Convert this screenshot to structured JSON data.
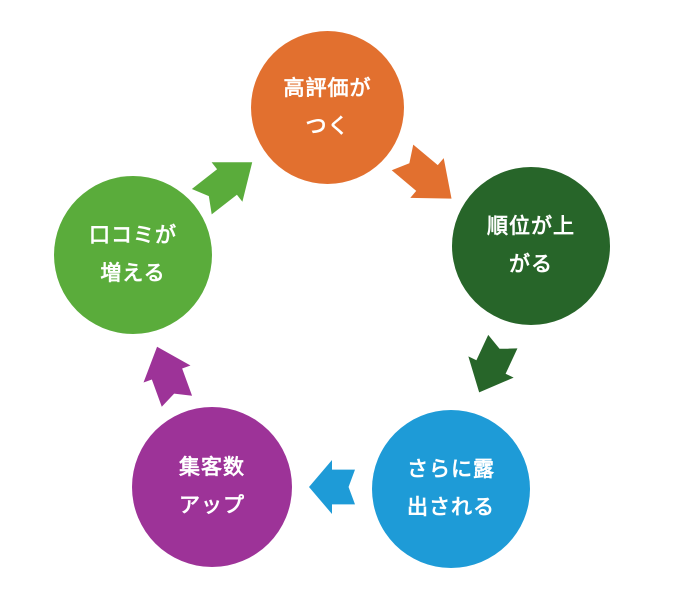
{
  "diagram": {
    "background": "#ffffff",
    "text_color": "#ffffff",
    "nodes": [
      {
        "id": "high-rating",
        "line1": "高評価が",
        "line2": "つく",
        "color": "#e2702f"
      },
      {
        "id": "rank-up",
        "line1": "順位が上",
        "line2": "がる",
        "color": "#276529"
      },
      {
        "id": "more-exposure",
        "line1": "さらに露",
        "line2": "出される",
        "color": "#1e9bd7"
      },
      {
        "id": "more-customers",
        "line1": "集客数",
        "line2": "アップ",
        "color": "#9d3398"
      },
      {
        "id": "more-reviews",
        "line1": "口コミが",
        "line2": "増える",
        "color": "#5aac3b"
      }
    ],
    "arrows": [
      {
        "from": "high-rating",
        "to": "rank-up",
        "color": "#e2702f"
      },
      {
        "from": "rank-up",
        "to": "more-exposure",
        "color": "#276529"
      },
      {
        "from": "more-exposure",
        "to": "more-customers",
        "color": "#1e9bd7"
      },
      {
        "from": "more-customers",
        "to": "more-reviews",
        "color": "#9d3398"
      },
      {
        "from": "more-reviews",
        "to": "high-rating",
        "color": "#5aac3b"
      }
    ]
  }
}
